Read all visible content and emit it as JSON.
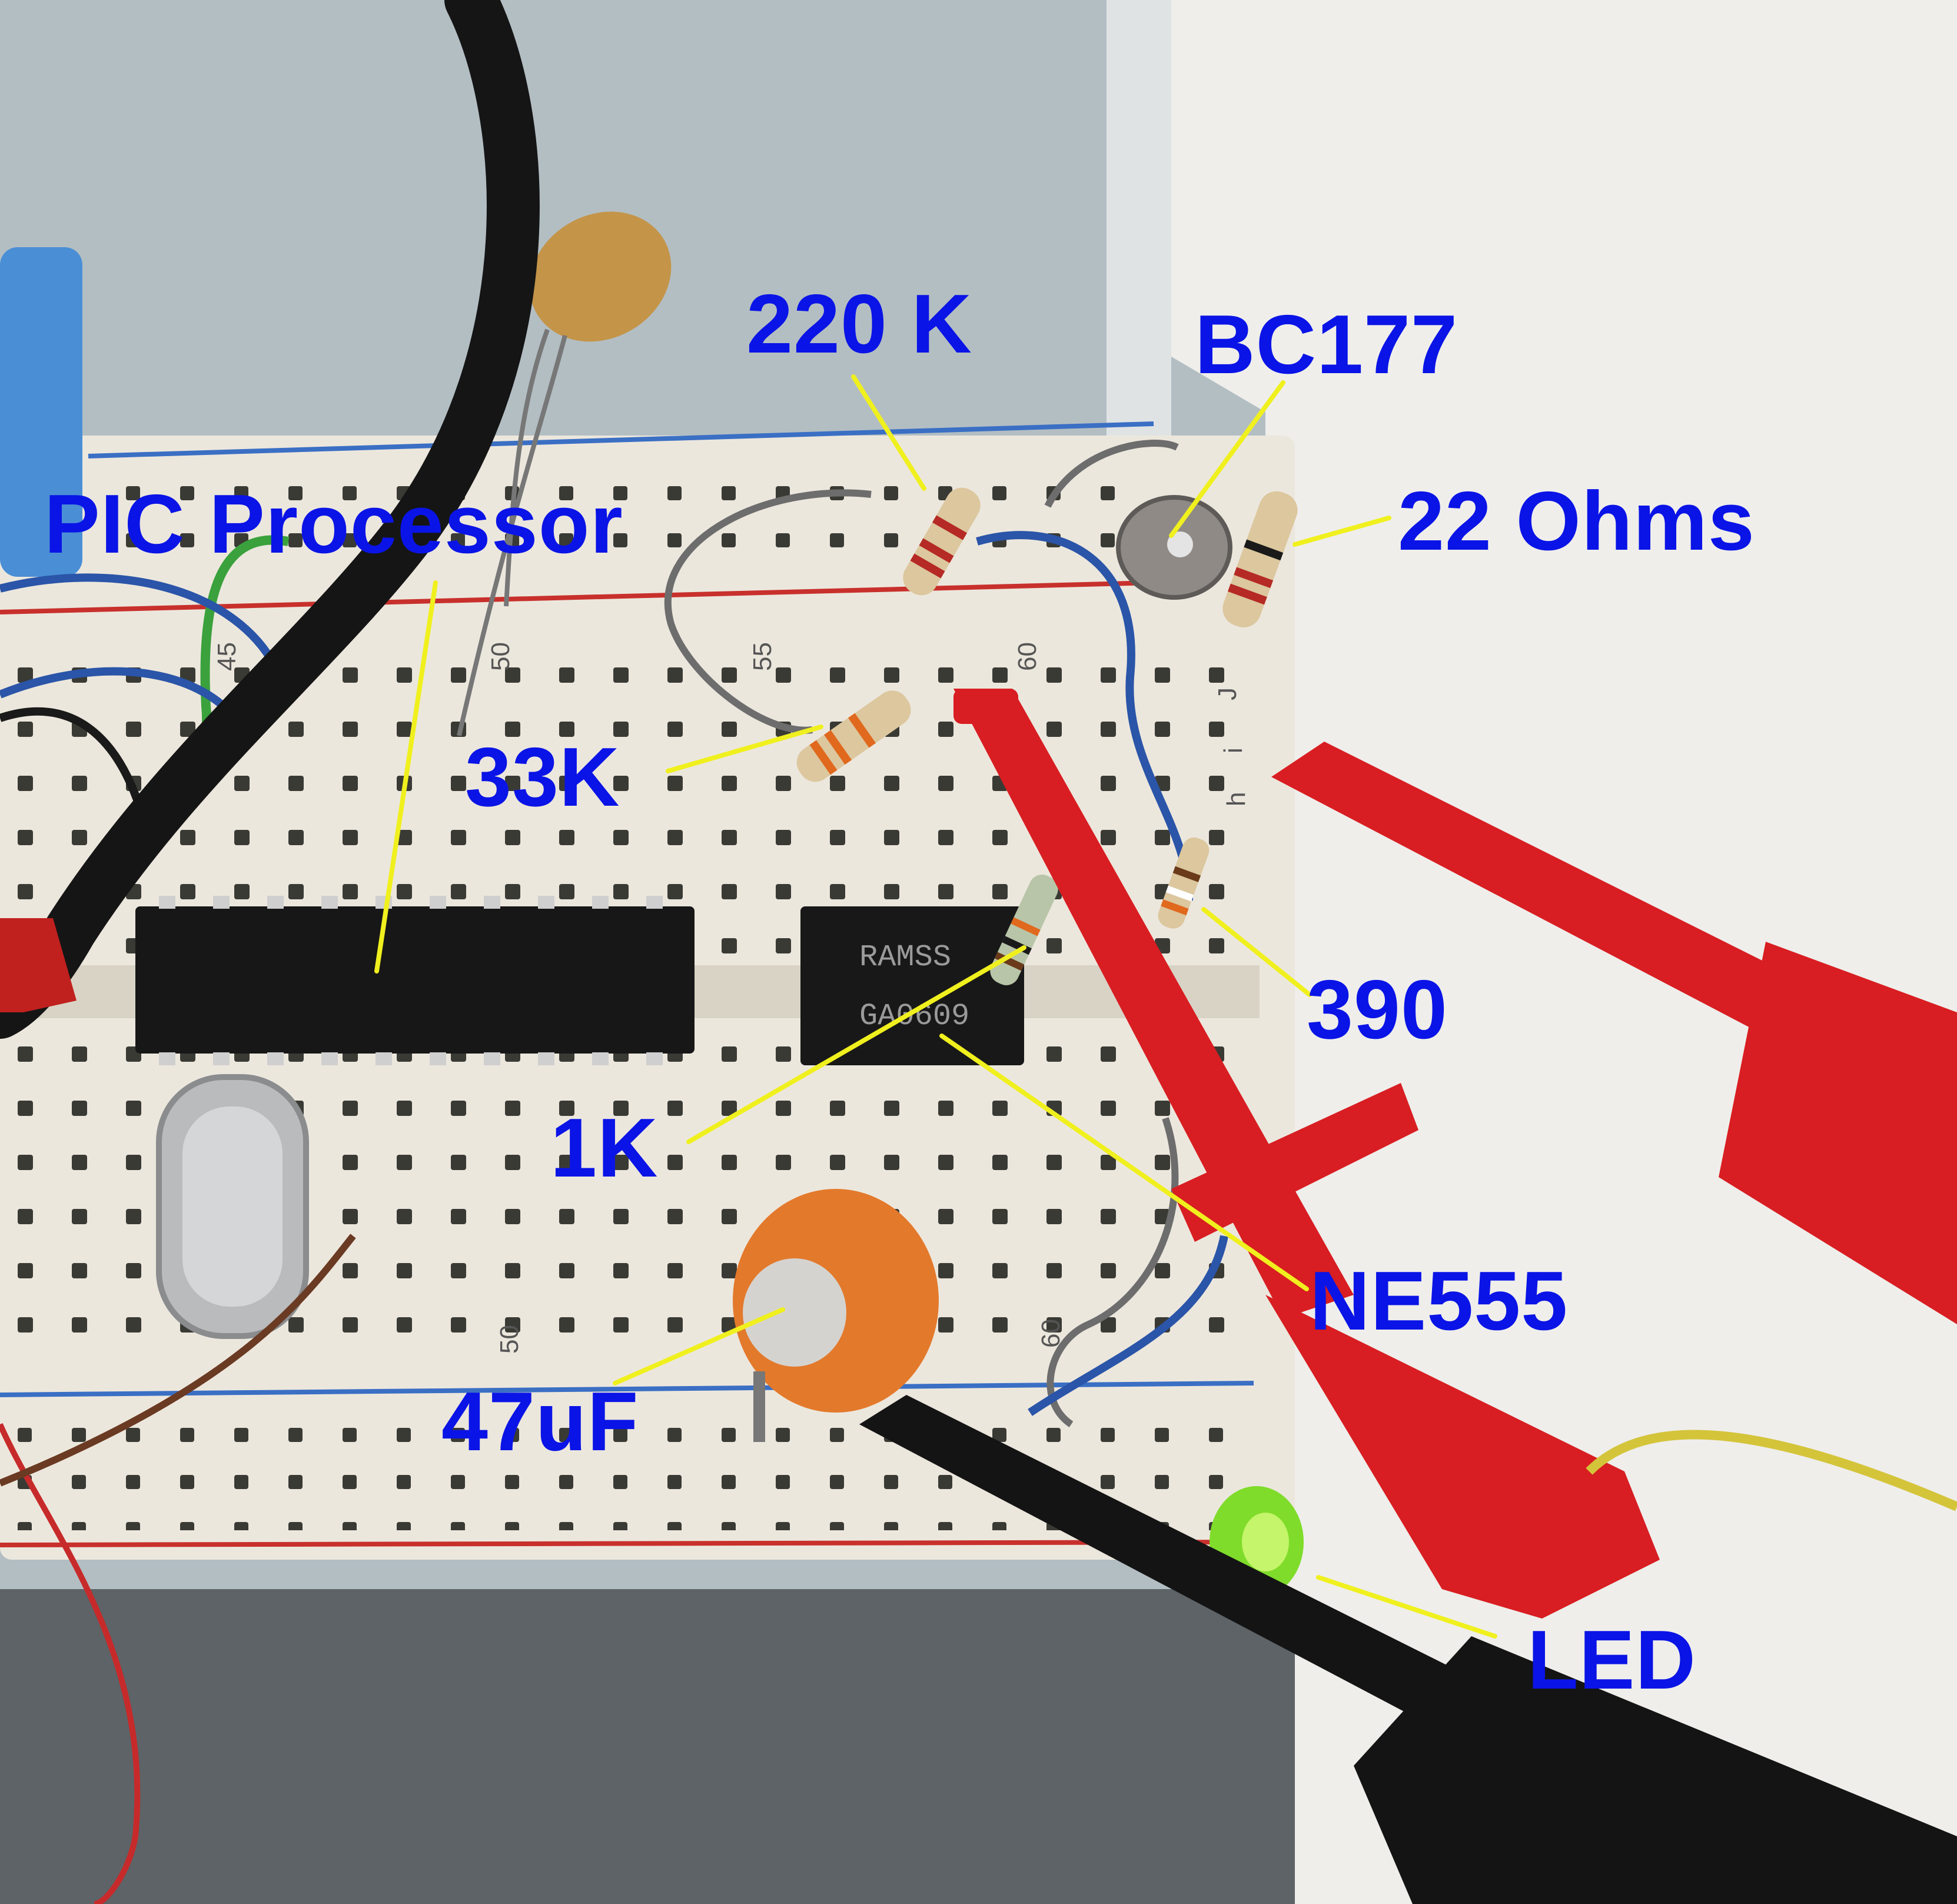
{
  "colors": {
    "label_text": "#0a14e6",
    "leader_line": "#f0f01e",
    "probe_red": "#d81e22",
    "breadboard": "#ece7dd",
    "background_gray": "#b8c2c6",
    "wall_white": "#f1f0ed"
  },
  "labels": {
    "pic": "PIC Processor",
    "r220k": "220 K",
    "bc177": "BC177",
    "r22": "22 Ohms",
    "r33k": "33K",
    "r390": "390",
    "r1k": "1K",
    "ne555": "NE555",
    "c47uf": "47uF",
    "led": "LED"
  },
  "board_markings": {
    "col45_top": "45",
    "col50_top": "50",
    "col55_top": "55",
    "col60_top": "60",
    "col50_bottom": "50",
    "col60_bottom": "60",
    "row_j": "J",
    "row_i": "i",
    "row_h": "h",
    "ic_marking_line1": "RAMSS",
    "ic_marking_line2": "GA0609"
  }
}
